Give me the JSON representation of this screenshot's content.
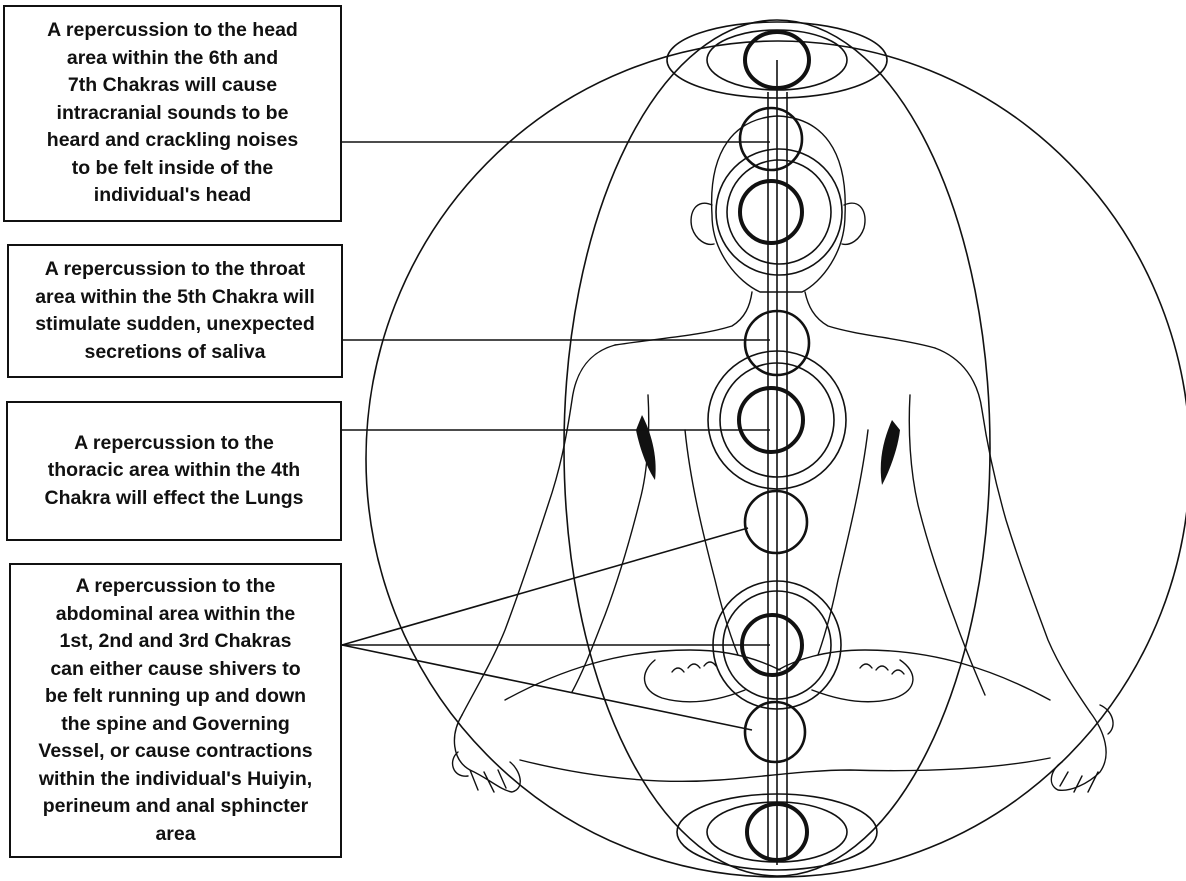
{
  "callouts": [
    {
      "id": "head",
      "lines": [
        "A repercussion to the head",
        "area within the 6th and",
        "7th Chakras will cause",
        "intracranial sounds to be",
        "heard and crackling noises",
        "to be felt inside of the",
        "individual's head"
      ]
    },
    {
      "id": "throat",
      "lines": [
        "A repercussion to the throat",
        "area within the 5th Chakra will",
        "stimulate sudden, unexpected",
        "secretions of saliva"
      ]
    },
    {
      "id": "thoracic",
      "lines": [
        "A repercussion to the",
        "thoracic area within the 4th",
        "Chakra will effect the Lungs"
      ]
    },
    {
      "id": "abdominal",
      "lines": [
        "A repercussion to the",
        "abdominal area within the",
        "1st, 2nd and 3rd Chakras",
        "can either cause shivers to",
        "be felt running up and down",
        "the spine and Governing",
        "Vessel, or cause contractions",
        "within the individual's Huiyin,",
        "perineum and anal sphincter",
        "area"
      ]
    }
  ]
}
